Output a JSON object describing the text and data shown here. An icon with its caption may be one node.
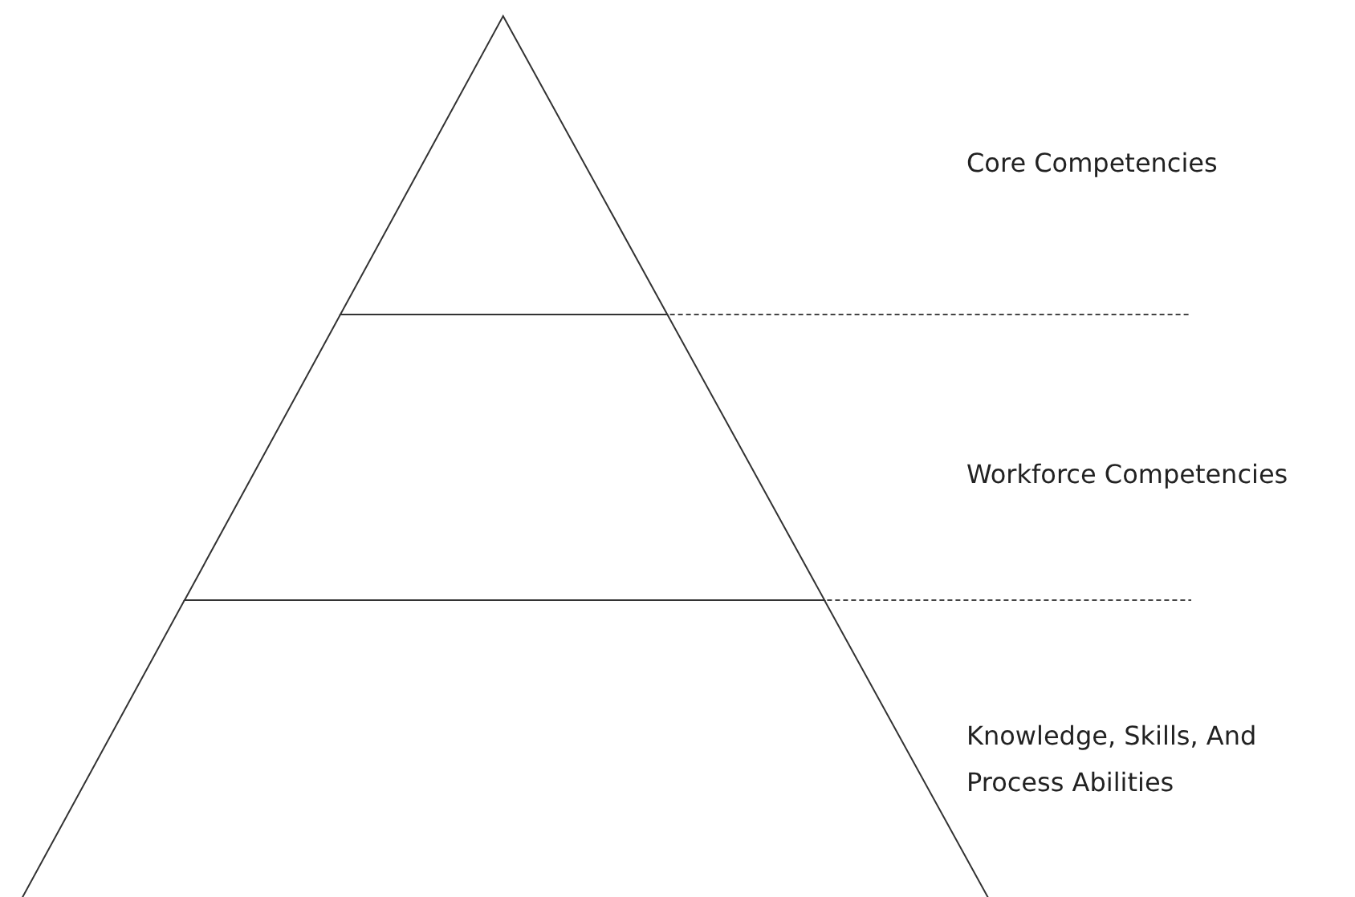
{
  "diagram": {
    "nodes": [
      {
        "text": [],
        "shape": "triangle"
      },
      {
        "text": [],
        "shape": "trapezoid"
      },
      {
        "text": [],
        "shape": "trapezoid"
      }
    ],
    "labels": [
      "Core Competencies",
      "Workforce Competencies",
      "Knowledge, Skills, And Process Abilities"
    ]
  }
}
